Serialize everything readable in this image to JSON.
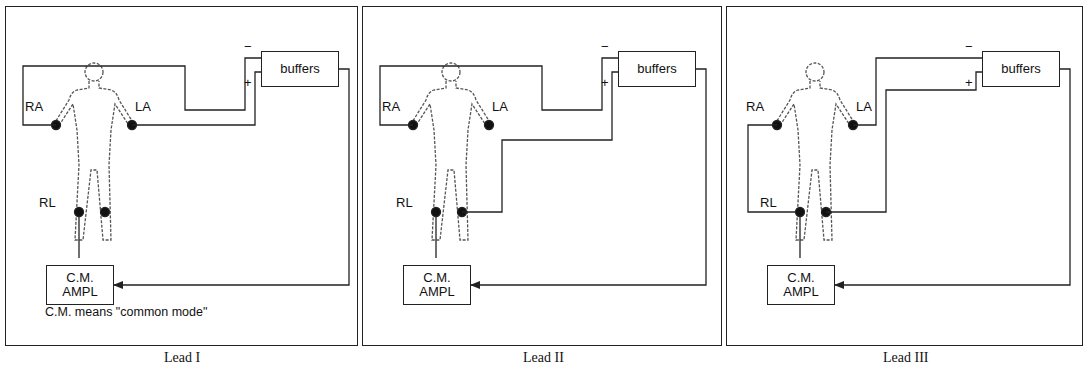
{
  "diagram": {
    "nodes": [
      {
        "text": [
          "Lead I"
        ]
      },
      {
        "text": [
          "buffers"
        ],
        "in": 0
      },
      {
        "text": [
          "C.M. AMPL"
        ],
        "in": 0
      },
      {
        "text": [
          "Lead II"
        ]
      },
      {
        "text": [
          "buffers"
        ],
        "in": 3
      },
      {
        "text": [
          "C.M. AMPL"
        ],
        "in": 3
      },
      {
        "text": [
          "Lead III"
        ]
      },
      {
        "text": [
          "buffers"
        ],
        "in": 6
      },
      {
        "text": [
          "C.M. AMPL"
        ],
        "in": 6
      }
    ],
    "edges": [
      {
        "from": 1,
        "to": 2,
        "arrow": "to"
      },
      {
        "from": 4,
        "to": 5,
        "arrow": "to"
      },
      {
        "from": 7,
        "to": 8,
        "arrow": "to"
      }
    ],
    "labels": [
      "RA",
      "LA",
      "RL",
      "−",
      "+",
      "C.M. means \"common mode\"",
      "RA",
      "LA",
      "RL",
      "−",
      "+",
      "RA",
      "LA",
      "RL",
      "−",
      "+"
    ]
  }
}
